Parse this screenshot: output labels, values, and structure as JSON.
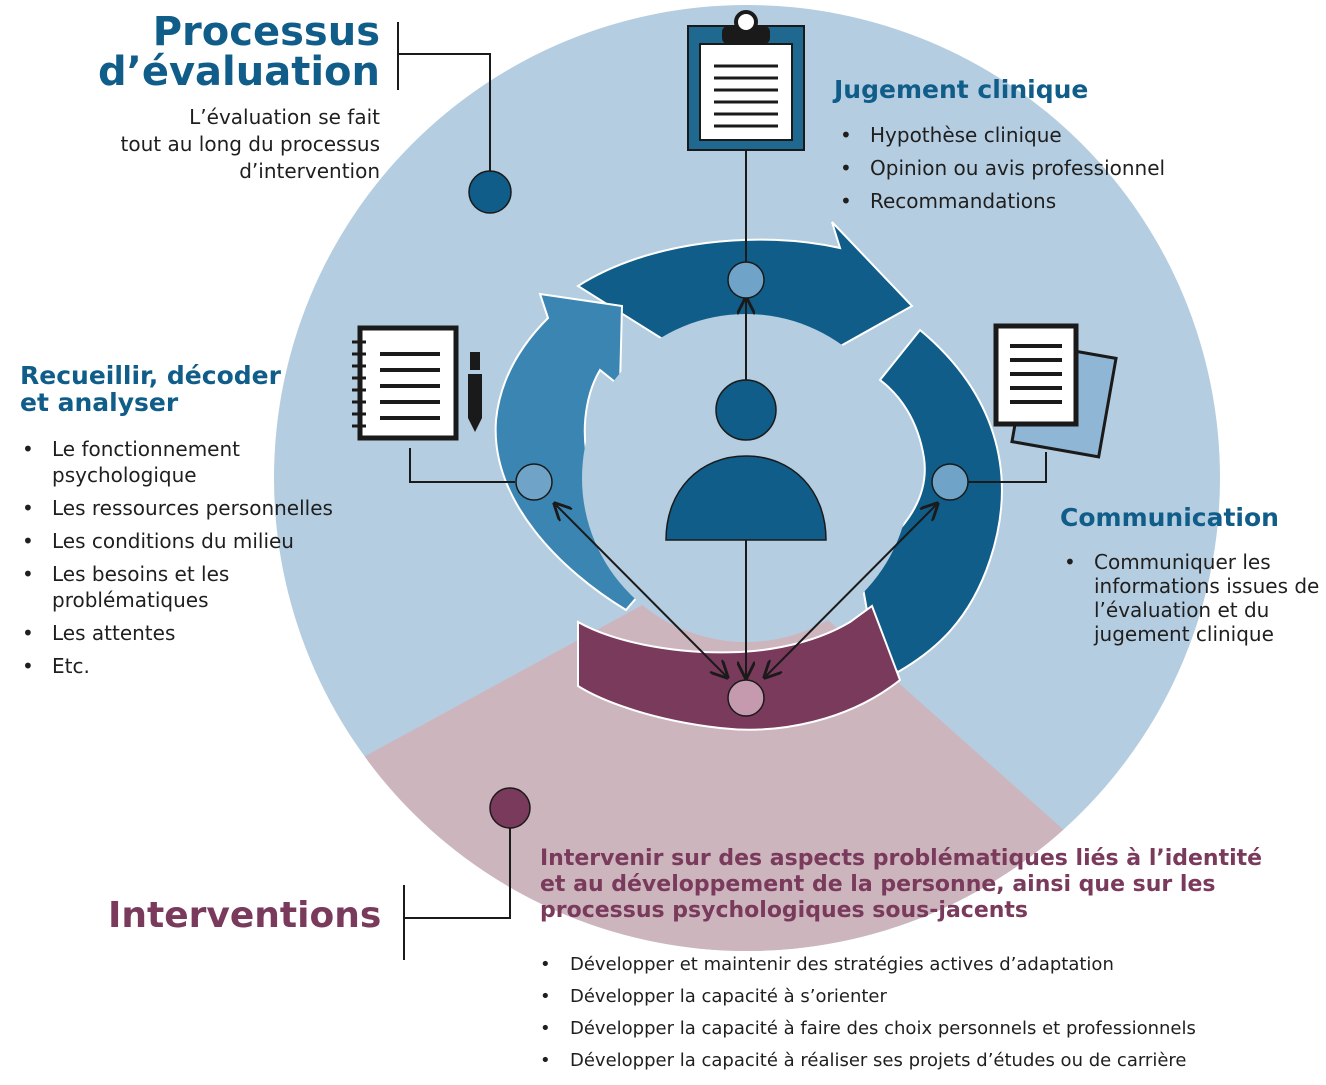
{
  "colors": {
    "outer_blue": "#b5cde0",
    "outer_plum": "#cdb5be",
    "dark_blue": "#0f5d88",
    "mid_blue": "#3a85b2",
    "plum": "#7a3a5c"
  },
  "evaluation": {
    "title_line1": "Processus",
    "title_line2": "d’évaluation",
    "desc_line1": "L’évaluation se fait",
    "desc_line2": "tout au long du processus",
    "desc_line3": "d’intervention"
  },
  "jugement": {
    "heading": "Jugement clinique",
    "items": [
      "Hypothèse clinique",
      "Opinion ou avis professionnel",
      "Recommandations"
    ]
  },
  "recueillir": {
    "heading_line1": "Recueillir, décoder",
    "heading_line2": "et analyser",
    "items": [
      "Le fonctionnement psychologique",
      "Les ressources personnelles",
      "Les conditions du milieu",
      "Les besoins et les problématiques",
      "Les attentes",
      "Etc."
    ]
  },
  "communication": {
    "heading": "Communication",
    "item": "Communiquer les informations issues de l’évaluation et du jugement clinique"
  },
  "interventions": {
    "title": "Interventions",
    "heading_line1": "Intervenir sur des aspects problématiques liés à l’identité",
    "heading_line2": "et au développement de la personne, ainsi que sur les",
    "heading_line3": "processus psychologiques sous-jacents",
    "items": [
      "Développer et maintenir des stratégies actives d’adaptation",
      "Développer la capacité à s’orienter",
      "Développer la capacité à faire des choix personnels et professionnels",
      "Développer la capacité à réaliser ses projets d’études ou de carrière"
    ]
  },
  "icons": [
    "clipboard-icon",
    "notebook-pen-icon",
    "documents-icon",
    "person-icon"
  ]
}
